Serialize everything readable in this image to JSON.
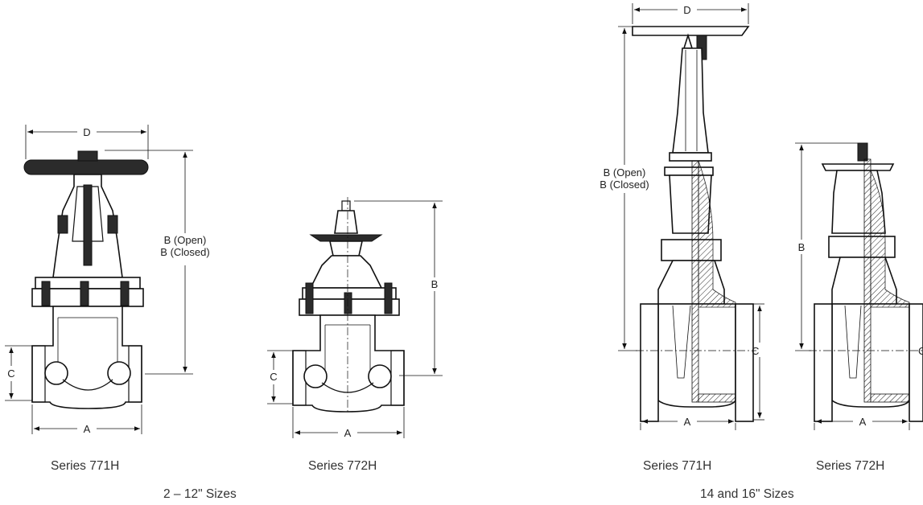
{
  "labels": {
    "dim_a": "A",
    "dim_b": "B",
    "dim_c": "C",
    "dim_d": "D",
    "b_open": "B (Open)",
    "b_closed": "B (Closed)"
  },
  "valves": [
    {
      "caption": "Series 771H"
    },
    {
      "caption": "Series 772H"
    },
    {
      "caption": "Series 771H"
    },
    {
      "caption": "Series 772H"
    }
  ],
  "groups": [
    {
      "caption": "2 – 12\" Sizes"
    },
    {
      "caption": "14 and 16\" Sizes"
    }
  ],
  "colors": {
    "line": "#111111",
    "fill_dark": "#2b2b2b",
    "text": "#333333"
  }
}
